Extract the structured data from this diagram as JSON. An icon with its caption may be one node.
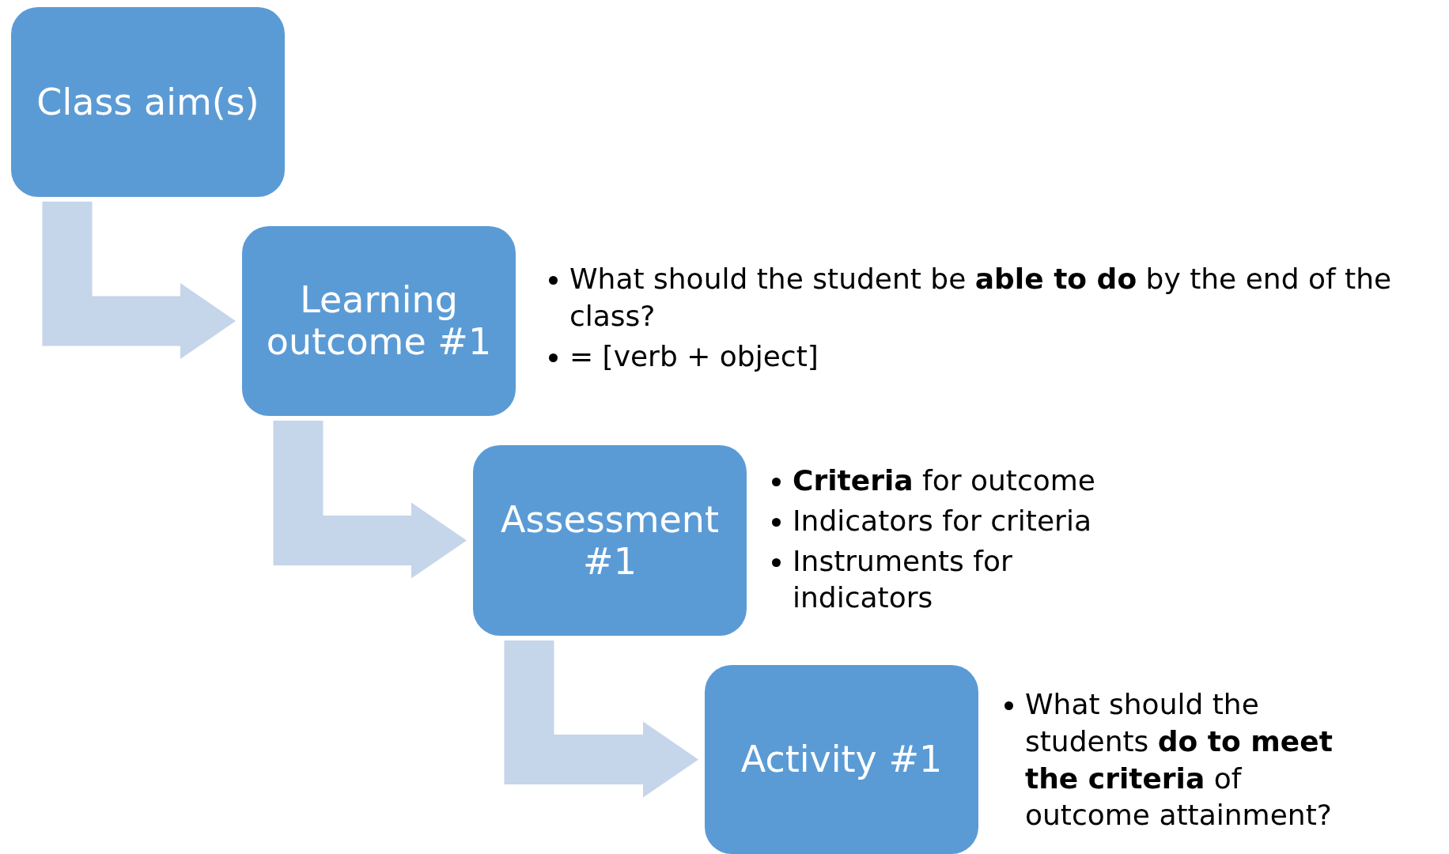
{
  "diagram": {
    "nodes": [
      {
        "text": [
          "Class aim(s)"
        ]
      },
      {
        "text": [
          "Learning outcome #1"
        ],
        "beside": [
          "What should the student be **able to do** by the end of the class?",
          "= [verb + object]"
        ]
      },
      {
        "text": [
          "Assessment #1"
        ],
        "beside": [
          "**Criteria** for outcome",
          "Indicators for criteria",
          "Instruments for indicators"
        ]
      },
      {
        "text": [
          "Activity #1"
        ],
        "beside": [
          "What should the students **do to meet the criteria** of outcome attainment?"
        ]
      }
    ],
    "edges": [
      {
        "from": 0,
        "to": 1,
        "arrow": "to"
      },
      {
        "from": 1,
        "to": 2,
        "arrow": "to"
      },
      {
        "from": 2,
        "to": 3,
        "arrow": "to"
      }
    ]
  }
}
